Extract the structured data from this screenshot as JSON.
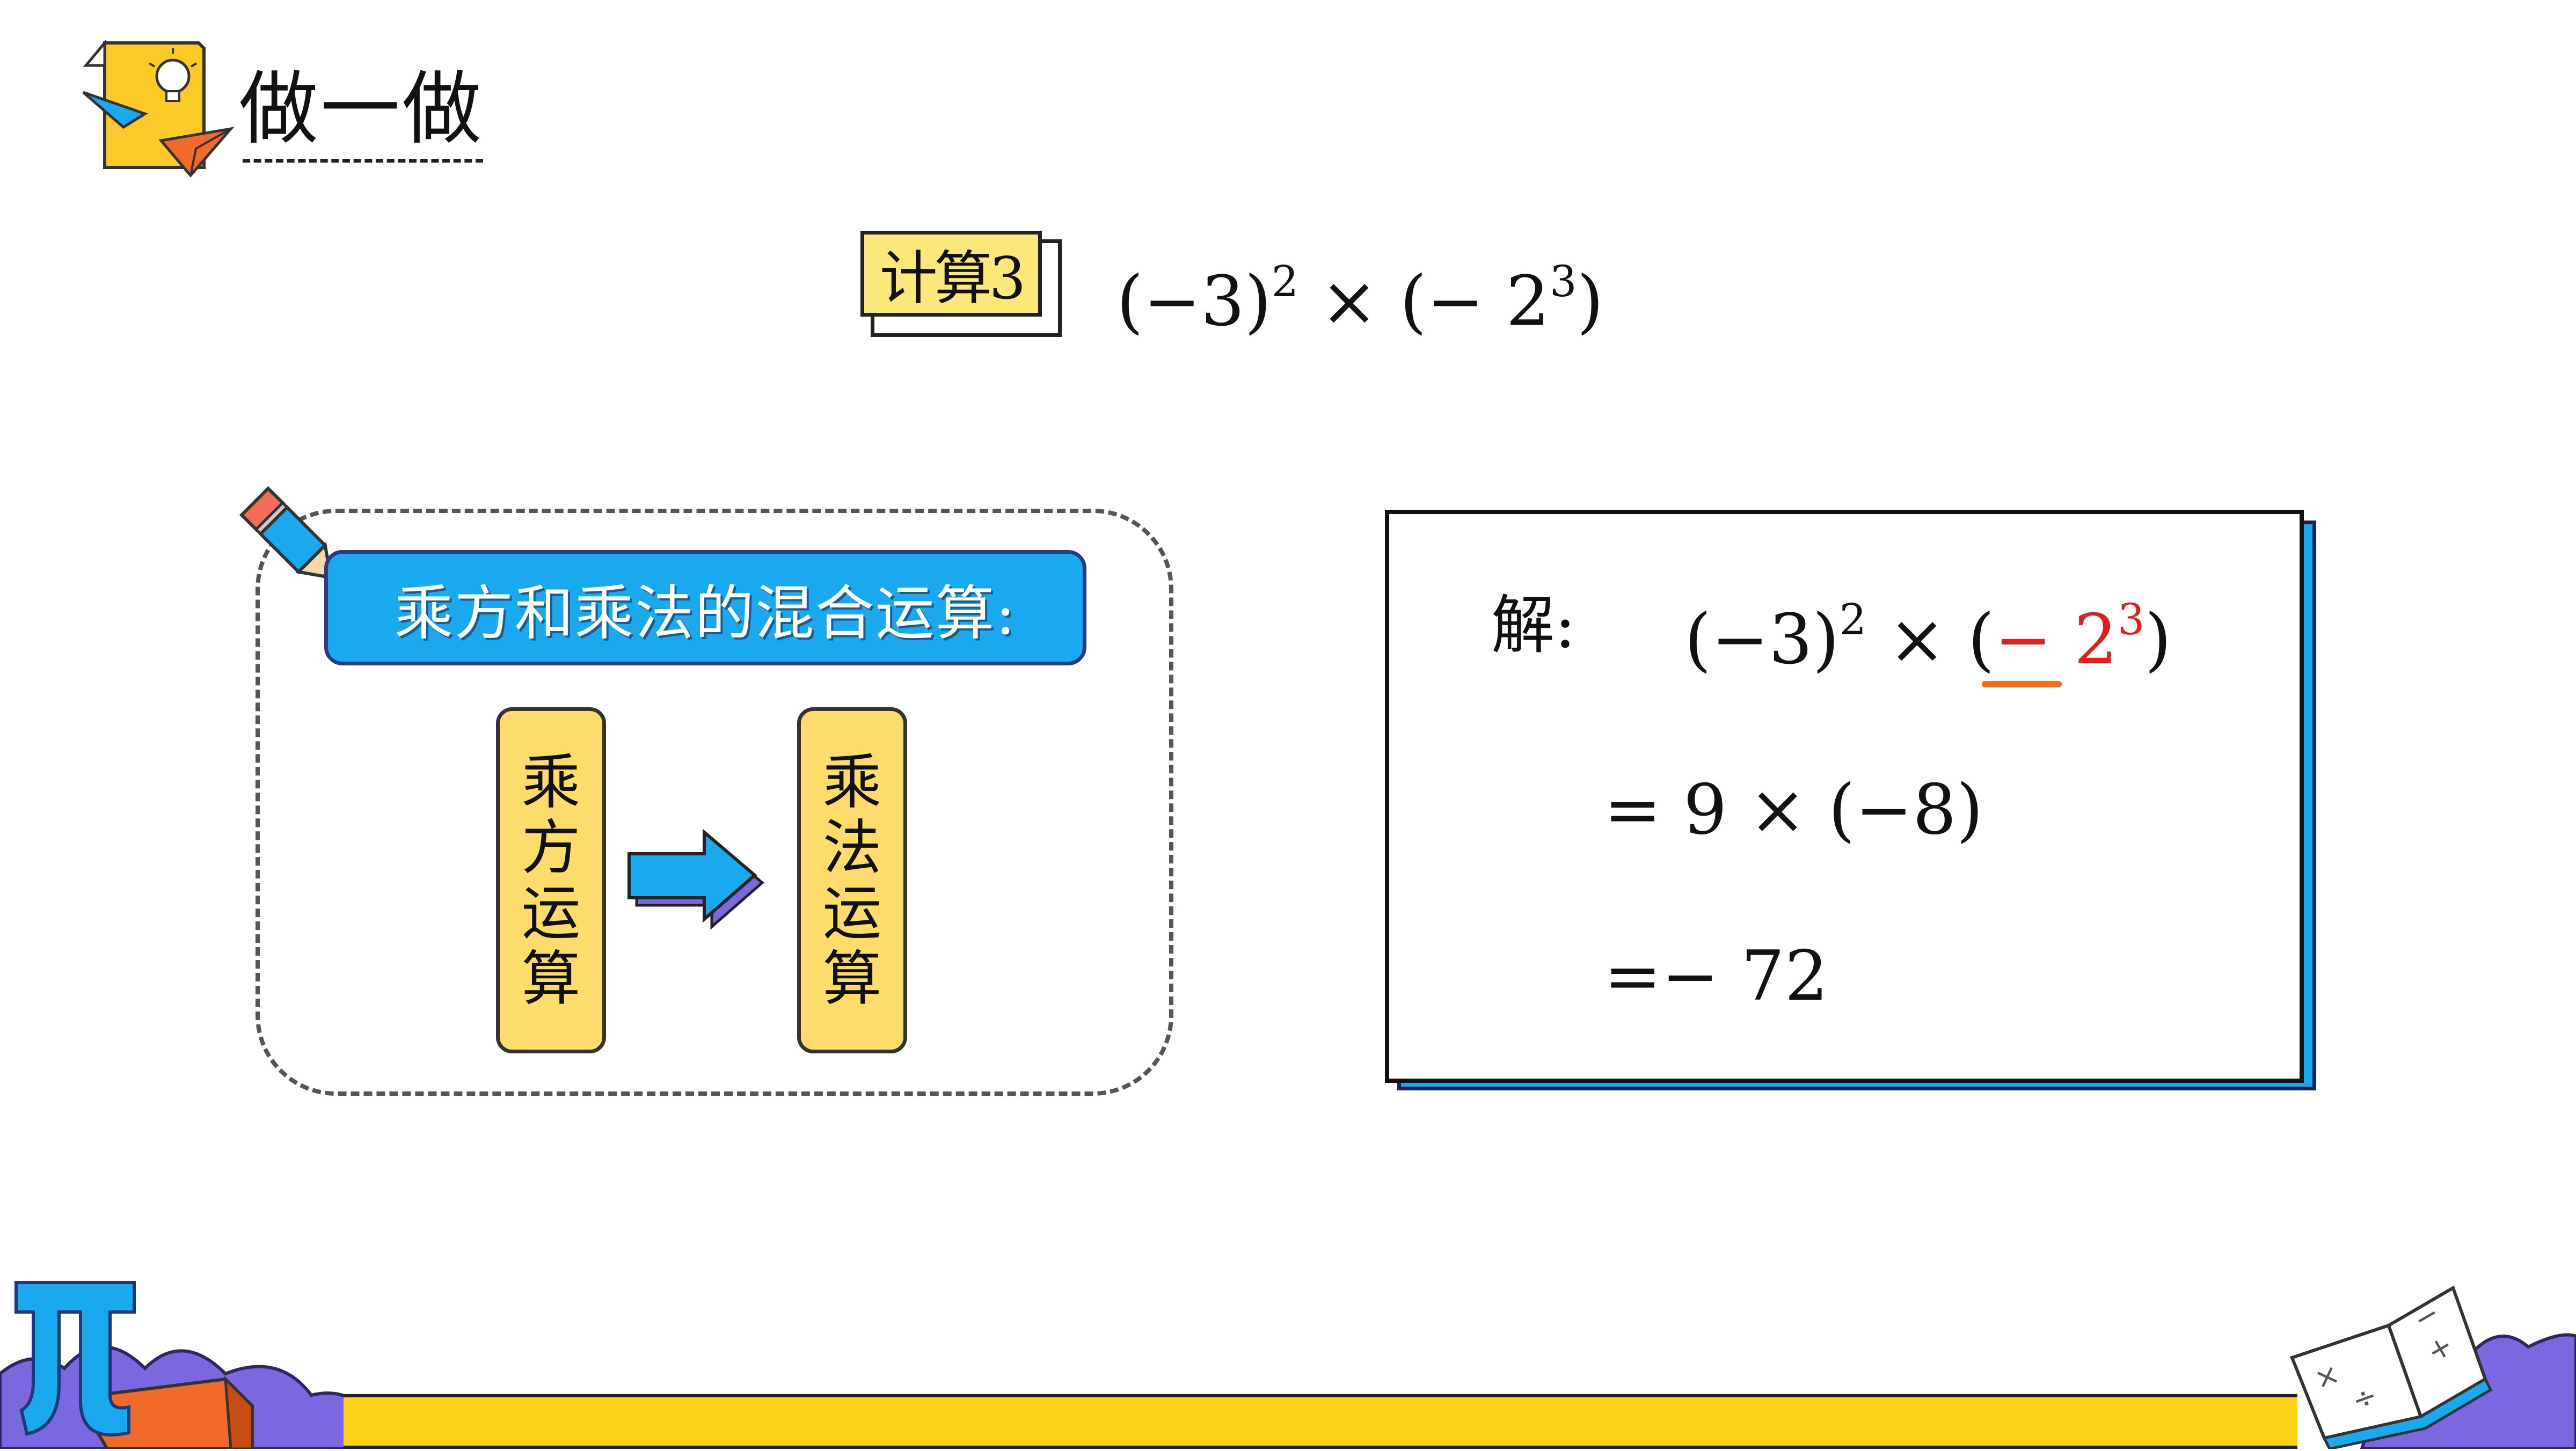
{
  "header": {
    "title": "做一做"
  },
  "problem": {
    "tag": "计算3",
    "expression_html": "(−3)<sup>2</sup> × (− 2<sup>3</sup>)"
  },
  "concept": {
    "label": "乘方和乘法的混合运算:",
    "left_box": [
      "乘",
      "方",
      "运",
      "算"
    ],
    "right_box": [
      "乘",
      "法",
      "运",
      "算"
    ]
  },
  "solution": {
    "label": "解:",
    "line2": "= 9 × (−8)",
    "line3": "=− 72"
  },
  "colors": {
    "accent_blue": "#1aa9ee",
    "box_yellow": "#fddc6c",
    "tag_yellow": "#fce77a",
    "highlight_red": "#e02020",
    "underline_orange": "#ef6f1e",
    "band_yellow": "#fdd21a",
    "arrow_purple": "#7b67e0"
  },
  "icons": [
    "lightbulb-document-icon",
    "paper-plane-icon",
    "pencil-icon",
    "pi-symbol-icon",
    "open-book-icon",
    "arrow-right-icon"
  ]
}
